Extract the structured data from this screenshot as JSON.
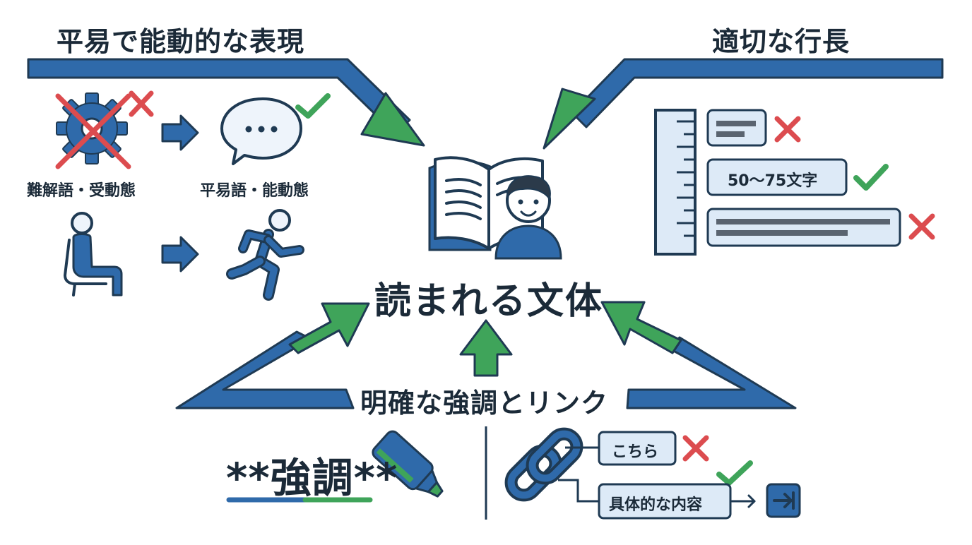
{
  "sections": {
    "plain_active": {
      "title": "平易で能動的な表現",
      "bad_label": "難解語・受動態",
      "good_label": "平易語・能動態",
      "icons": [
        "gear-icon",
        "speech-bubble-icon",
        "sitting-person-icon",
        "running-person-icon"
      ]
    },
    "line_length": {
      "title": "適切な行長",
      "good_label": "50〜75文字",
      "icons": [
        "ruler-icon",
        "short-line-box",
        "long-line-box"
      ]
    },
    "center": {
      "title": "読まれる文体",
      "icons": [
        "open-book-icon",
        "reader-avatar-icon"
      ]
    },
    "emphasis_links": {
      "title": "明確な強調とリンク",
      "emphasis_text": "**強調**",
      "bad_link_label": "こちら",
      "good_link_label": "具体的な内容",
      "icons": [
        "highlighter-icon",
        "chain-link-icon",
        "external-link-arrow-icon"
      ]
    }
  },
  "colors": {
    "blue": "#2f6aaa",
    "dark": "#1f3a53",
    "green": "#3fa45a",
    "red": "#dc4c4f",
    "light_blue": "#ddeaf7"
  }
}
